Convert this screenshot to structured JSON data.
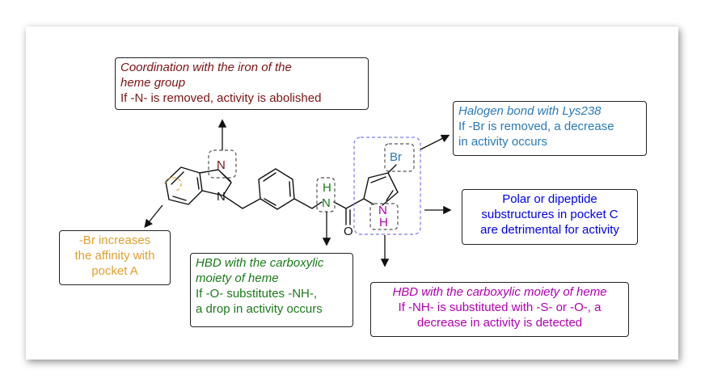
{
  "colors": {
    "dark_red": "#7b1414",
    "steel_blue": "#2a7ab8",
    "blue": "#0000ee",
    "orange": "#e0a030",
    "green": "#1a7a1a",
    "magenta": "#b000b0",
    "dash_blue": "#7a7ae8"
  },
  "boxes": {
    "heme_iron": {
      "line1": "Coordination with the iron of the",
      "line2": "heme group",
      "line3": "If -N- is removed, activity is abolished"
    },
    "halogen": {
      "line1": "Halogen bond with Lys238",
      "line2": "If -Br is removed, a decrease",
      "line3": "in activity occurs"
    },
    "polar": {
      "line1": "Polar or dipeptide",
      "line2": "substructures in pocket C",
      "line3": "are detrimental for activity"
    },
    "pocket_a": {
      "line1": "-Br increases",
      "line2": "the affinity with",
      "line3": "pocket A"
    },
    "hbd_green": {
      "line1": "HBD with the carboxylic",
      "line2": "moiety of heme",
      "line3": "If -O- substitutes -NH-,",
      "line4": "a drop in activity occurs"
    },
    "hbd_magenta": {
      "line1": "HBD with the carboxylic moiety of heme",
      "line2": "If -NH- is substituted with -S- or -O-, a",
      "line3": "decrease in activity is detected"
    }
  },
  "atoms": {
    "imidazole_n": "N",
    "benz_n": "N",
    "amide_h": "H",
    "amide_n": "N",
    "carbonyl_o": "O",
    "bromine": "Br",
    "pyrrole_n": "N",
    "pyrrole_h": "H"
  }
}
